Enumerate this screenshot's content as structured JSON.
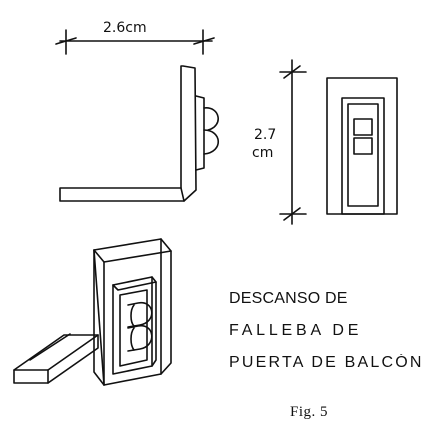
{
  "dimensions": {
    "width_label": "2.6cm",
    "height_value": "2.7",
    "height_unit": "cm"
  },
  "caption": {
    "line1": "DESCANSO DE",
    "line2": "FALLEBA DE",
    "line3": "PUERTA DE BALCÓN"
  },
  "figure_label": "Fig. 5"
}
